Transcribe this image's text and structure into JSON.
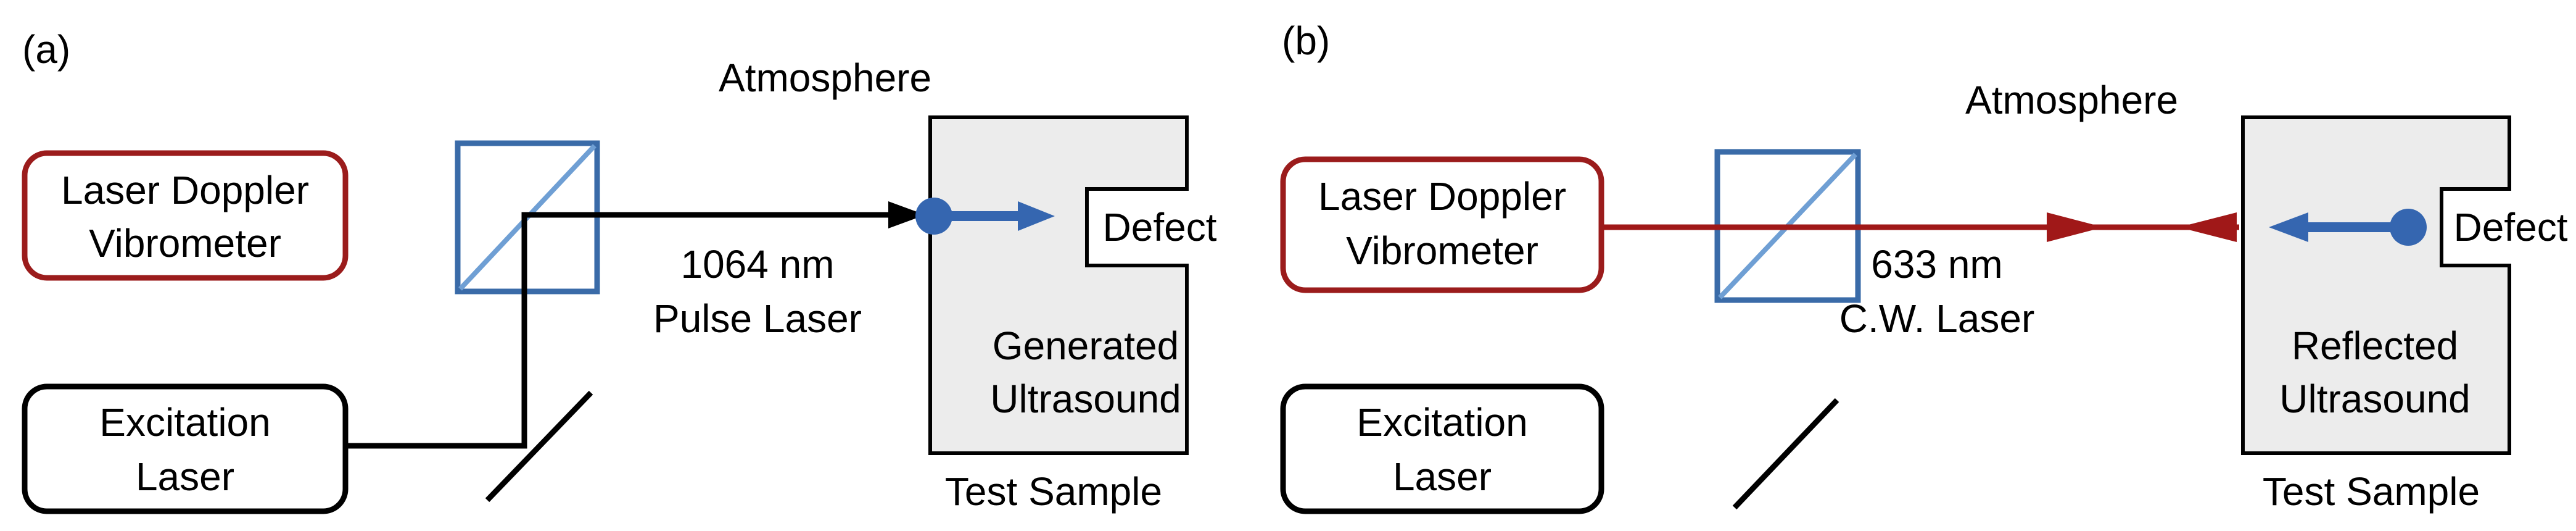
{
  "panels": {
    "a": {
      "tag": "(a)",
      "atmosphere": "Atmosphere",
      "ldv": {
        "line1": "Laser Doppler",
        "line2": "Vibrometer"
      },
      "excitation": {
        "line1": "Excitation",
        "line2": "Laser"
      },
      "beam": {
        "line1": "1064 nm",
        "line2": "Pulse Laser"
      },
      "sample": {
        "line1": "Generated",
        "line2": "Ultrasound",
        "defect": "Defect",
        "caption": "Test Sample"
      }
    },
    "b": {
      "tag": "(b)",
      "atmosphere": "Atmosphere",
      "ldv": {
        "line1": "Laser Doppler",
        "line2": "Vibrometer"
      },
      "excitation": {
        "line1": "Excitation",
        "line2": "Laser"
      },
      "beam": {
        "line1": "633 nm",
        "line2": "C.W. Laser"
      },
      "sample": {
        "line1": "Reflected",
        "line2": "Ultrasound",
        "defect": "Defect",
        "caption": "Test Sample"
      }
    }
  },
  "colors": {
    "ldv_border": "#9b1c1c",
    "cw_laser": "#a01818",
    "pulse_laser": "#000000",
    "splitter": "#3a6ba8",
    "splitter_diag": "#6f9fd4",
    "ultrasound_arrow": "#3566b0",
    "sample_fill": "#ececec"
  }
}
